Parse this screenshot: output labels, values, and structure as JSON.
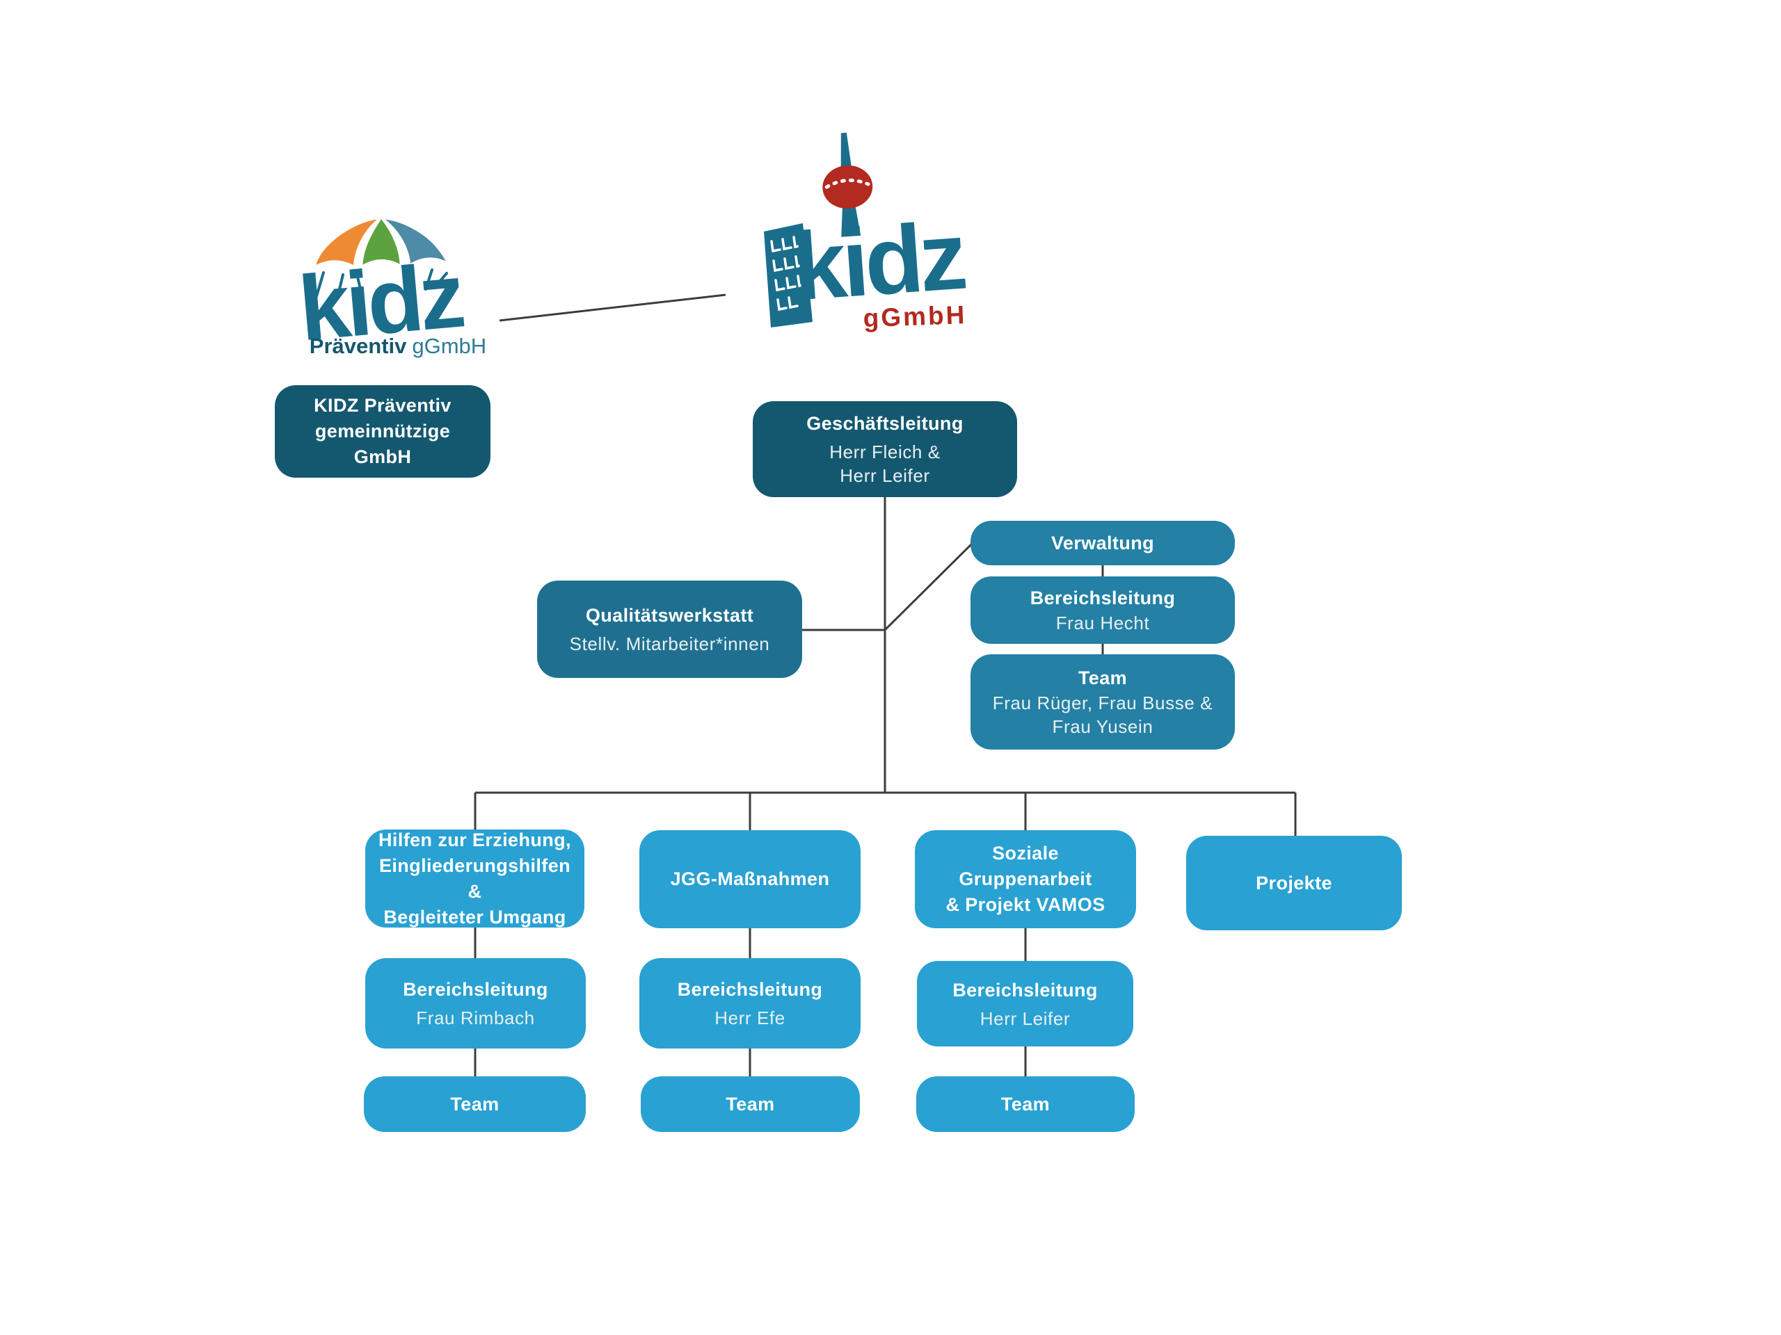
{
  "colors": {
    "background": "#ffffff",
    "dark_teal": "#14586F",
    "teal": "#1F7090",
    "medium_teal": "#2480A4",
    "light_blue": "#29A1D2",
    "connector_line": "#3C3C3C",
    "logo_teal": "#1A6E8C",
    "logo_red": "#B22A20",
    "umbrella_orange": "#EE8A33",
    "umbrella_green": "#5CA23F",
    "umbrella_blue": "#4E8BA6"
  },
  "logos": {
    "praeventiv": {
      "word": "kidz",
      "tagline_bold": "Präventiv",
      "tagline_rest": "gGmbH"
    },
    "main": {
      "word": "kidz",
      "tagline": "gGmbH"
    }
  },
  "nodes": {
    "holding": {
      "line1": "KIDZ Präventiv",
      "line2": "gemeinnützige GmbH"
    },
    "geschaeftsleitung": {
      "title": "Geschäftsleitung",
      "line1": "Herr Fleich &",
      "line2": "Herr Leifer"
    },
    "verwaltung": {
      "title": "Verwaltung"
    },
    "verwaltung_leitung": {
      "title": "Bereichsleitung",
      "line1": "Frau Hecht"
    },
    "verwaltung_team": {
      "title": "Team",
      "line1": "Frau Rüger, Frau Busse &",
      "line2": "Frau Yusein"
    },
    "qualitaetswerkstatt": {
      "title": "Qualitätswerkstatt",
      "line1": "Stellv. Mitarbeiter*innen"
    },
    "dept_hilfen": {
      "line1": "Hilfen zur Erziehung,",
      "line2": "Eingliederungshilfen &",
      "line3": "Begleiteter Umgang"
    },
    "dept_jgg": {
      "title": "JGG-Maßnahmen"
    },
    "dept_soziale": {
      "line1": "Soziale Gruppenarbeit",
      "line2": "& Projekt VAMOS"
    },
    "dept_projekte": {
      "title": "Projekte"
    },
    "leitung_hilfen": {
      "title": "Bereichsleitung",
      "line1": "Frau Rimbach"
    },
    "leitung_jgg": {
      "title": "Bereichsleitung",
      "line1": "Herr Efe"
    },
    "leitung_soziale": {
      "title": "Bereichsleitung",
      "line1": "Herr Leifer"
    },
    "team_hilfen": {
      "title": "Team"
    },
    "team_jgg": {
      "title": "Team"
    },
    "team_soziale": {
      "title": "Team"
    }
  }
}
